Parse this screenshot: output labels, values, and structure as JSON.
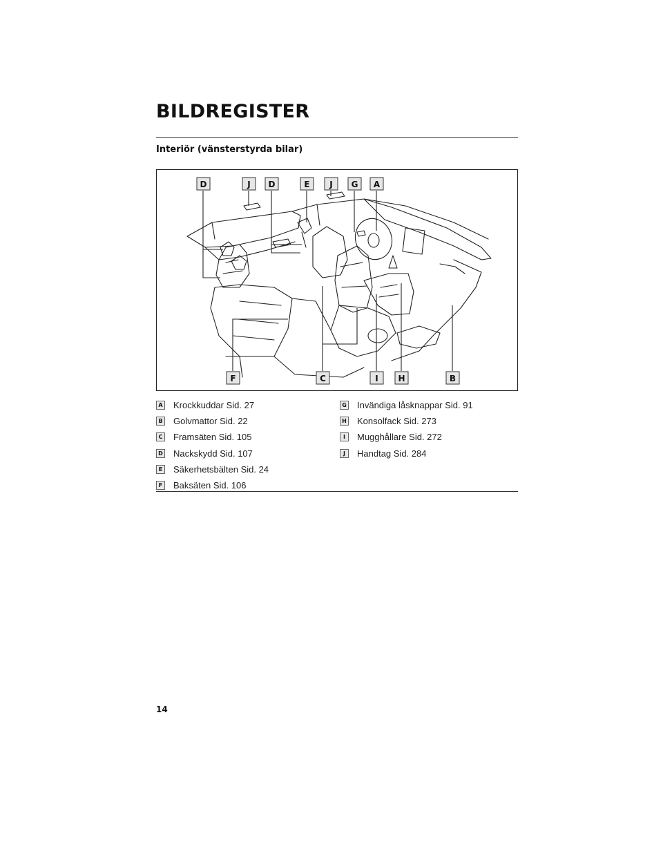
{
  "page": {
    "title": "BILDREGISTER",
    "section_heading": "Interiör (vänsterstyrda bilar)",
    "page_number": "14"
  },
  "figure": {
    "callouts_top": [
      "D",
      "J",
      "D",
      "E",
      "J",
      "G",
      "A"
    ],
    "callouts_bottom": [
      "F",
      "C",
      "I",
      "H",
      "B"
    ]
  },
  "legend": {
    "left": [
      {
        "key": "A",
        "text": "Krockkuddar Sid. 27"
      },
      {
        "key": "B",
        "text": "Golvmattor Sid. 22"
      },
      {
        "key": "C",
        "text": "Framsäten Sid. 105"
      },
      {
        "key": "D",
        "text": "Nackskydd Sid. 107"
      },
      {
        "key": "E",
        "text": "Säkerhetsbälten Sid. 24"
      },
      {
        "key": "F",
        "text": "Baksäten Sid. 106"
      }
    ],
    "right": [
      {
        "key": "G",
        "text": "Invändiga låsknappar Sid. 91"
      },
      {
        "key": "H",
        "text": "Konsolfack Sid. 273"
      },
      {
        "key": "I",
        "text": "Mugghållare Sid. 272"
      },
      {
        "key": "J",
        "text": "Handtag Sid. 284"
      }
    ]
  }
}
